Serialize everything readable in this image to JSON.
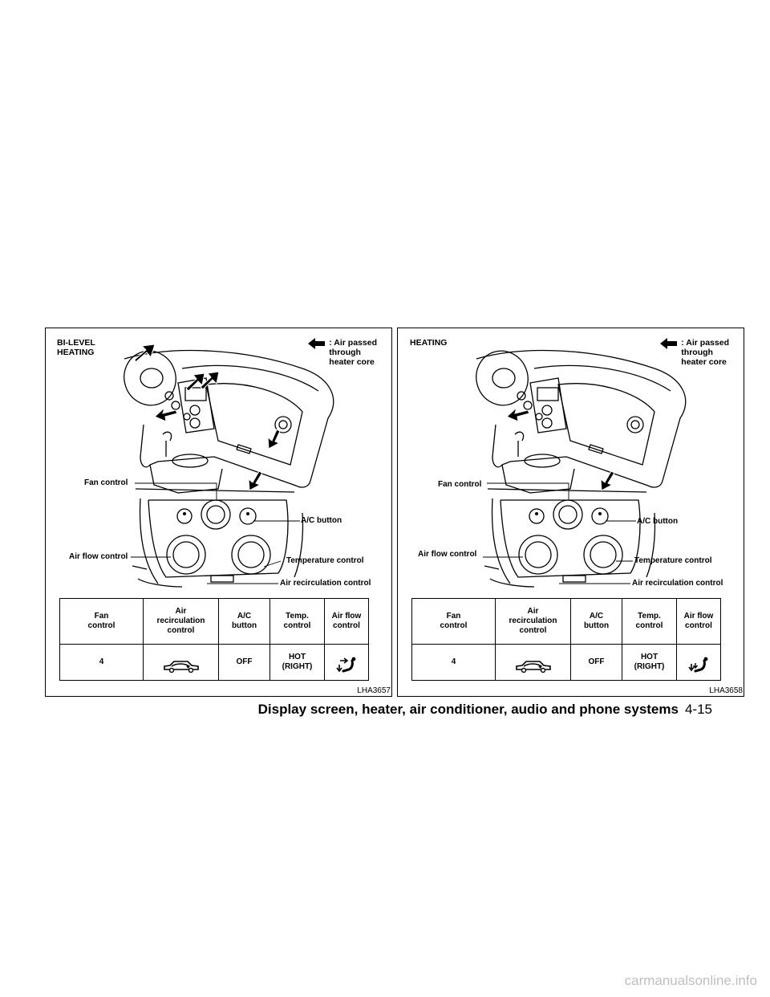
{
  "figures": [
    {
      "title": "BI-LEVEL\nHEATING",
      "legend_text": ": Air passed\n    through\n    heater core",
      "callouts": {
        "fan_control": "Fan control",
        "ac_button": "A/C button",
        "air_flow_control": "Air flow control",
        "temperature_control": "Temperature control",
        "air_recirculation_control": "Air recirculation control"
      },
      "table": {
        "headers": [
          "Fan\ncontrol",
          "Air\nrecirculation\ncontrol",
          "A/C\nbutton",
          "Temp.\ncontrol",
          "Air flow\ncontrol"
        ],
        "values": [
          "4",
          "",
          "OFF",
          "HOT\n(RIGHT)",
          ""
        ],
        "recirc_icon": "car-recirculation-off-icon",
        "airflow_icon": "bi-level-airflow-icon"
      },
      "code": "LHA3657"
    },
    {
      "title": "HEATING",
      "legend_text": ": Air passed\n    through\n    heater core",
      "callouts": {
        "fan_control": "Fan control",
        "ac_button": "A/C button",
        "air_flow_control": "Air flow control",
        "temperature_control": "Temperature control",
        "air_recirculation_control": "Air recirculation control"
      },
      "table": {
        "headers": [
          "Fan\ncontrol",
          "Air\nrecirculation\ncontrol",
          "A/C\nbutton",
          "Temp.\ncontrol",
          "Air flow\ncontrol"
        ],
        "values": [
          "4",
          "",
          "OFF",
          "HOT\n(RIGHT)",
          ""
        ],
        "recirc_icon": "car-recirculation-off-icon",
        "airflow_icon": "foot-airflow-icon"
      },
      "code": "LHA3658"
    }
  ],
  "footer": {
    "section": "Display screen, heater, air conditioner, audio and phone systems",
    "page": "4-15"
  },
  "watermark": "carmanualsonline.info"
}
